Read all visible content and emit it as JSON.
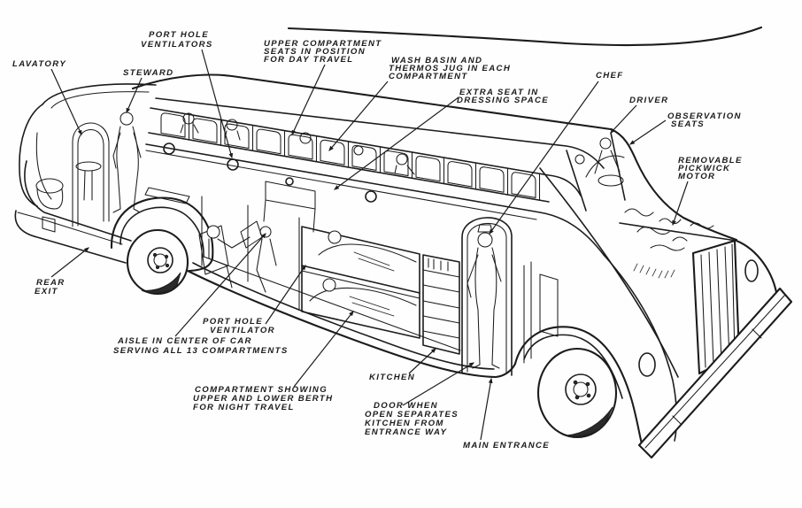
{
  "page": {
    "paper": "#fefefe",
    "ink": "#1c1c1c"
  },
  "diagram": {
    "kind": "cutaway illustration of sleeper coach",
    "labels": [
      {
        "id": "lavatory",
        "lines": [
          "LAVATORY"
        ]
      },
      {
        "id": "steward",
        "lines": [
          "STEWARD"
        ]
      },
      {
        "id": "port-hole-ventilators",
        "lines": [
          "PORT HOLE",
          "VENTILATORS"
        ]
      },
      {
        "id": "upper-compartment",
        "lines": [
          "UPPER COMPARTMENT",
          "SEATS IN POSITION",
          "FOR DAY TRAVEL"
        ]
      },
      {
        "id": "wash-basin",
        "lines": [
          "WASH BASIN AND",
          "THERMOS JUG IN EACH",
          "COMPARTMENT"
        ]
      },
      {
        "id": "extra-seat",
        "lines": [
          "EXTRA SEAT IN",
          "DRESSING SPACE"
        ]
      },
      {
        "id": "chef",
        "lines": [
          "CHEF"
        ]
      },
      {
        "id": "driver",
        "lines": [
          "DRIVER"
        ]
      },
      {
        "id": "observation-seats",
        "lines": [
          "OBSERVATION",
          "SEATS"
        ]
      },
      {
        "id": "removable-motor",
        "lines": [
          "REMOVABLE",
          "PICKWICK",
          "MOTOR"
        ]
      },
      {
        "id": "rear-exit",
        "lines": [
          "REAR",
          "EXIT"
        ]
      },
      {
        "id": "port-hole-ventilator",
        "lines": [
          "PORT HOLE",
          "VENTILATOR"
        ]
      },
      {
        "id": "aisle",
        "lines": [
          "AISLE IN CENTER OF CAR",
          "SERVING ALL 13 COMPARTMENTS"
        ]
      },
      {
        "id": "night-compartment",
        "lines": [
          "COMPARTMENT SHOWING",
          "UPPER AND LOWER BERTH",
          "FOR NIGHT TRAVEL"
        ]
      },
      {
        "id": "kitchen",
        "lines": [
          "KITCHEN"
        ]
      },
      {
        "id": "kitchen-door",
        "lines": [
          "DOOR WHEN",
          "OPEN SEPARATES",
          "KITCHEN FROM",
          "ENTRANCE WAY"
        ]
      },
      {
        "id": "main-entrance",
        "lines": [
          "MAIN ENTRANCE"
        ]
      }
    ]
  }
}
